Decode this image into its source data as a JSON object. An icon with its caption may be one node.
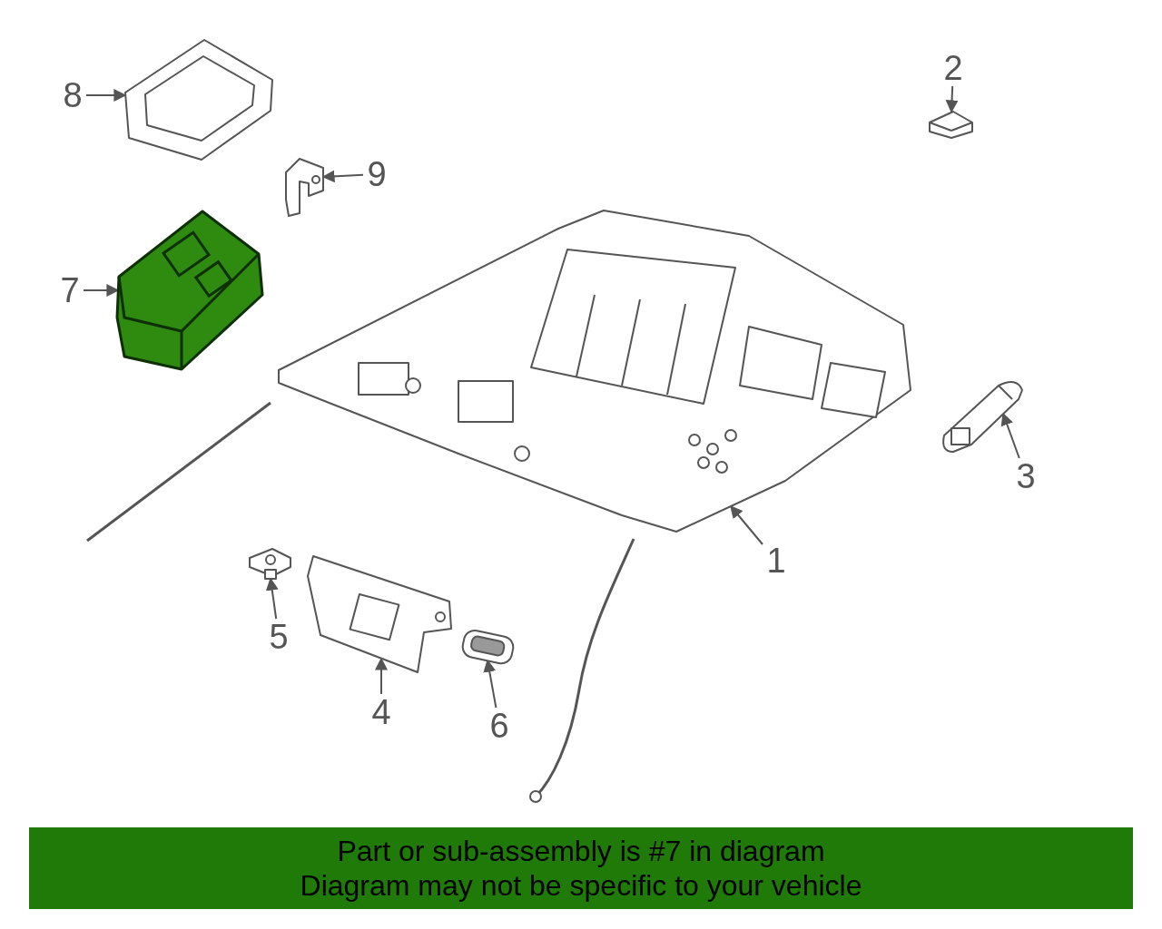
{
  "diagram": {
    "nodes": [
      {
        "text": [
          "1"
        ]
      },
      {
        "text": [],
        "shape": "picture"
      },
      {
        "text": [
          "2"
        ]
      },
      {
        "text": [],
        "shape": "picture"
      },
      {
        "text": [
          "3"
        ]
      },
      {
        "text": [],
        "shape": "picture"
      },
      {
        "text": [
          "4"
        ]
      },
      {
        "text": [],
        "shape": "picture"
      },
      {
        "text": [
          "5"
        ]
      },
      {
        "text": [],
        "shape": "picture"
      },
      {
        "text": [
          "6"
        ]
      },
      {
        "text": [],
        "shape": "picture"
      },
      {
        "text": [
          "7"
        ]
      },
      {
        "text": [],
        "shape": "picture"
      },
      {
        "text": [
          "8"
        ]
      },
      {
        "text": [],
        "shape": "picture"
      },
      {
        "text": [
          "9"
        ]
      },
      {
        "text": [],
        "shape": "picture"
      },
      {
        "text": [
          "Part or sub-assembly is #7 in diagram",
          "Diagram may not be specific to your vehicle"
        ]
      }
    ],
    "edges": [
      {
        "from": 0,
        "to": 1,
        "arrow": "to"
      },
      {
        "from": 2,
        "to": 3,
        "arrow": "to"
      },
      {
        "from": 4,
        "to": 5,
        "arrow": "to"
      },
      {
        "from": 6,
        "to": 7,
        "arrow": "to"
      },
      {
        "from": 8,
        "to": 9,
        "arrow": "to"
      },
      {
        "from": 10,
        "to": 11,
        "arrow": "to"
      },
      {
        "from": 12,
        "to": 13,
        "arrow": "to"
      },
      {
        "from": 14,
        "to": 15,
        "arrow": "to"
      },
      {
        "from": 16,
        "to": 17,
        "arrow": "to"
      }
    ]
  }
}
